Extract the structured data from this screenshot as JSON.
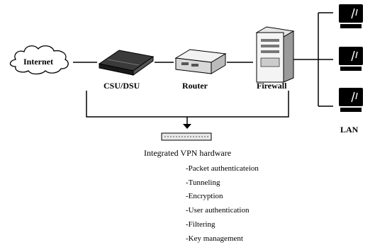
{
  "diagram": {
    "nodes": {
      "internet": {
        "label": "Internet"
      },
      "csu_dsu": {
        "label": "CSU/DSU"
      },
      "router": {
        "label": "Router"
      },
      "firewall": {
        "label": "Firewall"
      },
      "lan": {
        "label": "LAN"
      },
      "vpn": {
        "label": "Integrated VPN hardware"
      }
    },
    "vpn_features": [
      "-Packet authenticateion",
      "-Tunneling",
      "-Encryption",
      "-User authentication",
      "-Filtering",
      "-Key management"
    ]
  }
}
